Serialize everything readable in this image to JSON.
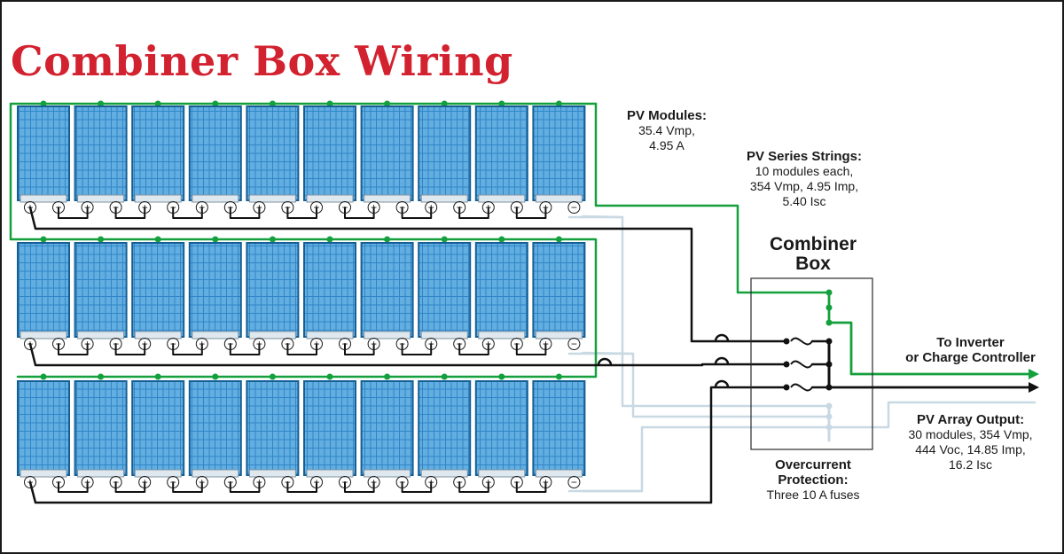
{
  "title": "Combiner Box Wiring",
  "colors": {
    "title": "#d3222f",
    "positive_wire": "#14a03c",
    "negative_wire": "#111111",
    "gray_wire": "#c8d9e3",
    "panel": "#2f86c9",
    "panel_frame": "#155f95"
  },
  "labels": {
    "pv_modules": {
      "heading": "PV Modules:",
      "lines": [
        "35.4 Vmp,",
        "4.95 A"
      ]
    },
    "pv_series_strings": {
      "heading": "PV Series Strings:",
      "lines": [
        "10 modules each,",
        "354 Vmp, 4.95 Imp,",
        "5.40 Isc"
      ]
    },
    "combiner_box": {
      "lines": [
        "Combiner",
        "Box"
      ]
    },
    "to_inverter": {
      "lines": [
        "To Inverter",
        "or Charge Controller"
      ]
    },
    "pv_array_output": {
      "heading": "PV Array Output:",
      "lines": [
        "30 modules, 354 Vmp,",
        "444 Voc, 14.85 Imp,",
        "16.2 Isc"
      ]
    },
    "overcurrent_protection": {
      "lines": [
        "Overcurrent",
        "Protection:"
      ],
      "detail": "Three 10 A fuses"
    }
  },
  "array": {
    "rows": 3,
    "modules_per_row": 10
  },
  "terminal_symbols": {
    "positive": "+",
    "negative": "−"
  },
  "icons": {
    "module": "solar-panel-icon",
    "fuse": "fuse-icon",
    "arrow": "arrow-right-icon",
    "crossover": "wire-crossover-icon"
  }
}
